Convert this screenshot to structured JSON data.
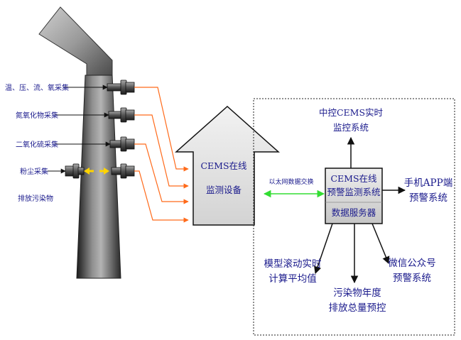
{
  "sensors": {
    "temp_pressure": "温、压、流、氧采集",
    "nox": "氮氧化物采集",
    "so2": "二氧化硫采集",
    "dust": "粉尘采集",
    "emission": "排放污染物"
  },
  "cems_device": {
    "line1": "CEMS在线",
    "line2": "监测设备"
  },
  "network_label": "以太网数据交换",
  "server": {
    "line1": "CEMS在线",
    "line2": "预警监测系统",
    "line3": "数据服务器"
  },
  "central_control": {
    "line1": "中控CEMS实时",
    "line2": "监控系统"
  },
  "mobile_app": {
    "line1": "手机APP端",
    "line2": "预警系统"
  },
  "model_calc": {
    "line1": "模型滚动实时",
    "line2": "计算平均值"
  },
  "annual_forecast": {
    "line1": "污染物年度",
    "line2": "排放总量预控"
  },
  "wechat": {
    "line1": "微信公众号",
    "line2": "预警系统"
  },
  "colors": {
    "label_text": "#1a1a8c",
    "orange_arrow": "#ff6a1a",
    "green_arrow": "#33dd33",
    "dust_arrow": "#ffd400"
  }
}
